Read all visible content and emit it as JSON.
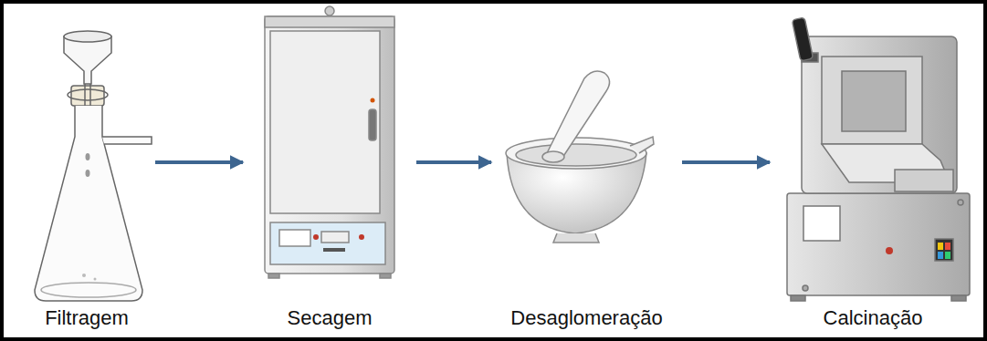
{
  "diagram": {
    "nodes": [
      {
        "text": [
          "Filtragem"
        ]
      },
      {
        "text": [
          "Secagem"
        ]
      },
      {
        "text": [
          "Desaglomeração"
        ]
      },
      {
        "text": [
          "Calcinação"
        ]
      }
    ],
    "edges": [
      {
        "from": 0,
        "to": 1,
        "arrow": "to"
      },
      {
        "from": 1,
        "to": 2,
        "arrow": "to"
      },
      {
        "from": 2,
        "to": 3,
        "arrow": "to"
      }
    ]
  }
}
